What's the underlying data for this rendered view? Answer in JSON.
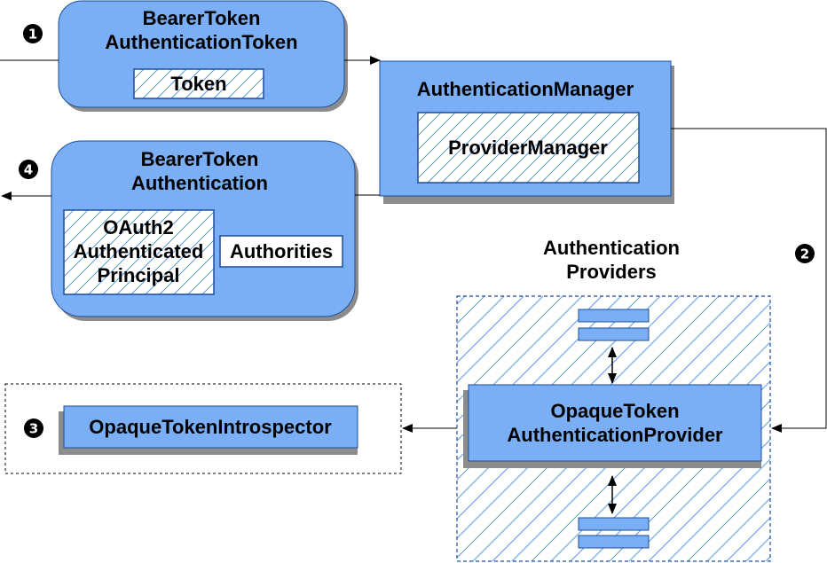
{
  "colors": {
    "box_fill": "#7aaff5",
    "box_stroke": "#1d4e9a",
    "hatch": "#5b9be0",
    "shadow": "#8c8c8c",
    "line": "#000000"
  },
  "bearer_token_auth_token": {
    "title_line1": "BearerToken",
    "title_line2": "AuthenticationToken",
    "token_label": "Token"
  },
  "authentication_manager": {
    "title": "AuthenticationManager",
    "provider_manager_label": "ProviderManager"
  },
  "bearer_token_authentication": {
    "title_line1": "BearerToken",
    "title_line2": "Authentication",
    "principal_line1": "OAuth2",
    "principal_line2": "Authenticated",
    "principal_line3": "Principal",
    "authorities_label": "Authorities"
  },
  "authentication_providers": {
    "label_line1": "Authentication",
    "label_line2": "Providers"
  },
  "opaque_token_provider": {
    "line1": "OpaqueToken",
    "line2": "AuthenticationProvider"
  },
  "introspector": {
    "label": "OpaqueTokenIntrospector"
  },
  "steps": {
    "step1": "1",
    "step2": "2",
    "step3": "3",
    "step4": "4"
  }
}
